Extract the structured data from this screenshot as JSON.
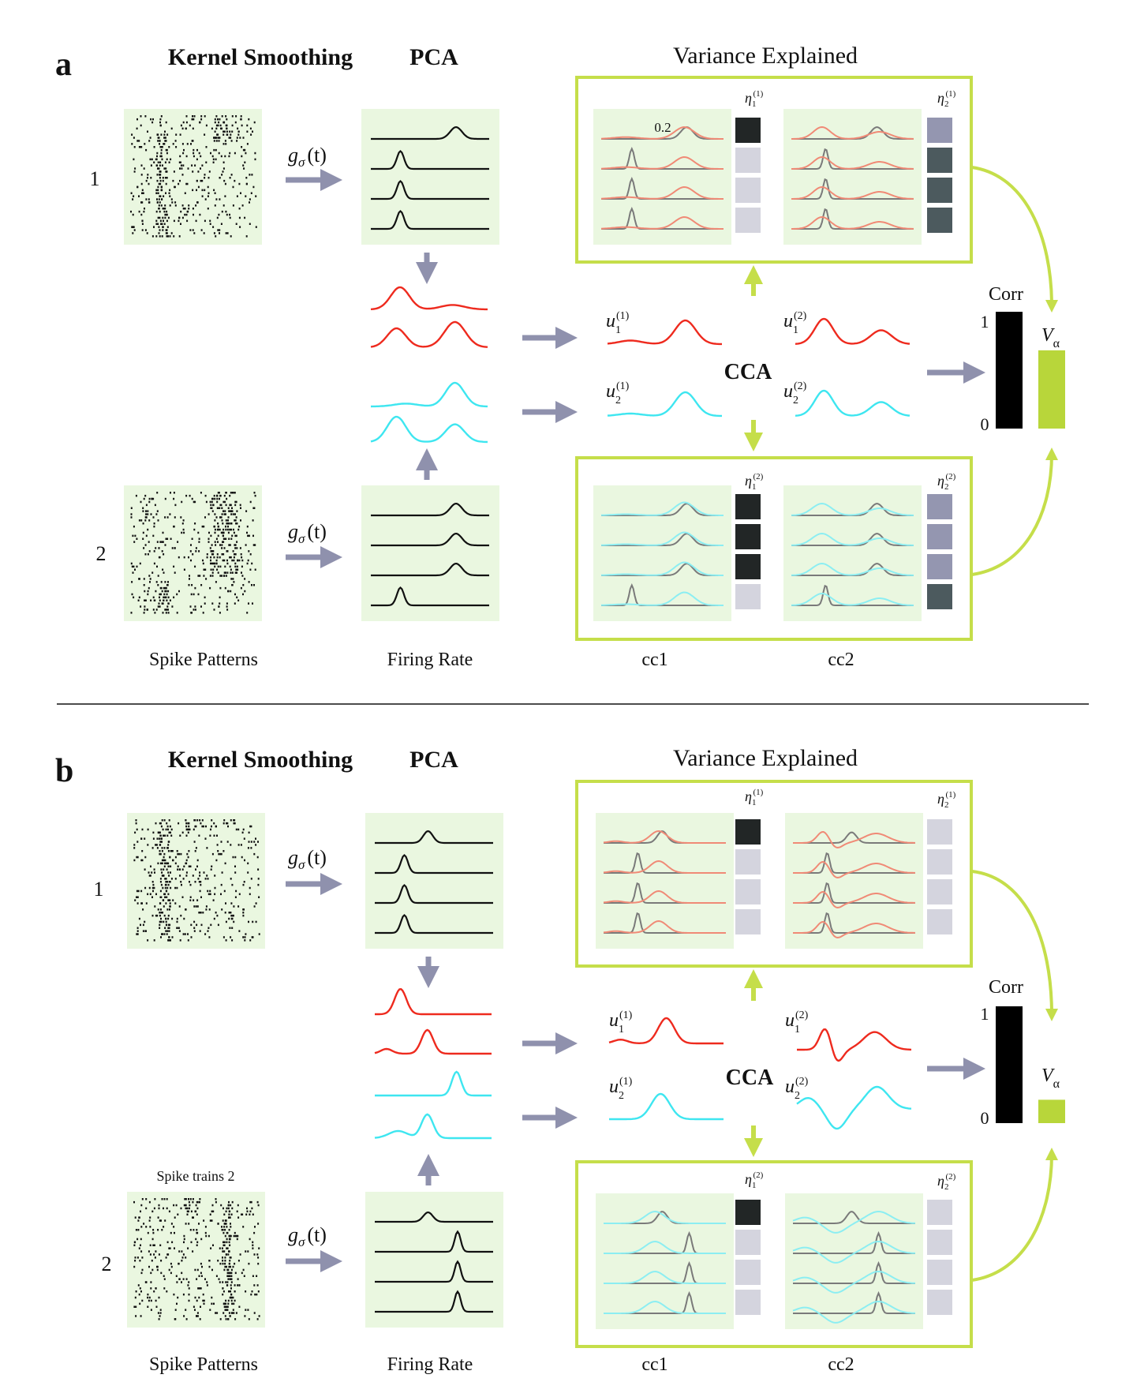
{
  "panel_a": {
    "letter": "a",
    "heading_kernel": "Kernel Smoothing",
    "heading_pca": "PCA",
    "heading_variance": "Variance Explained",
    "row_label_1": "1",
    "row_label_2": "2",
    "kernel_label": "g",
    "kernel_sub": "σ",
    "kernel_arg": "(t)",
    "u11": "u",
    "u12": "u",
    "u21": "u",
    "u22": "u",
    "cca": "CCA",
    "corr": "Corr",
    "corr_top": "1",
    "corr_bottom": "0",
    "v_alpha": "V",
    "v_alpha_sub": "α",
    "scale_label": "0.2",
    "bottom_spike": "Spike Patterns",
    "bottom_rate": "Firing Rate",
    "bottom_cc1": "cc1",
    "bottom_cc2": "cc2",
    "corr_value": 1.0,
    "v_alpha_value": 0.67
  },
  "panel_b": {
    "letter": "b",
    "heading_kernel": "Kernel Smoothing",
    "heading_pca": "PCA",
    "heading_variance": "Variance Explained",
    "row_label_1": "1",
    "row_label_2": "2",
    "spike_trains_label": "Spike trains 2",
    "cca": "CCA",
    "corr": "Corr",
    "corr_top": "1",
    "corr_bottom": "0",
    "v_alpha": "V",
    "v_alpha_sub": "α",
    "bottom_spike": "Spike Patterns",
    "bottom_rate": "Firing Rate",
    "bottom_cc1": "cc1",
    "bottom_cc2": "cc2",
    "corr_value": 1.0,
    "v_alpha_value": 0.2
  },
  "colors": {
    "panel_bg": "#eaf7e0",
    "frame_green": "#c5de4a",
    "arrow_gray": "#8f91ad",
    "red": "#ee2a1e",
    "cyan": "#3ee6f0",
    "salmon": "#f08a76",
    "light_cyan": "#8ceef2",
    "gray_curve": "#7a7a7a",
    "sq_black": "#222626",
    "sq_dark": "#4c5a5e",
    "sq_mid": "#9496b0",
    "sq_light": "#d4d4de"
  }
}
